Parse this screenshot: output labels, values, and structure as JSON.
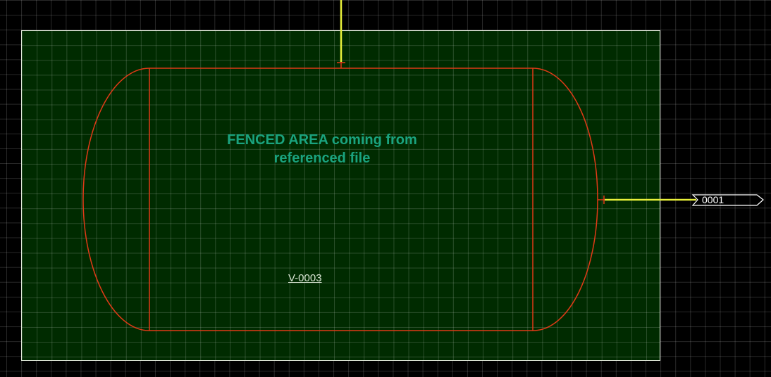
{
  "fenced_area": {
    "note_line1": "FENCED AREA coming from",
    "note_line2": "referenced file"
  },
  "vessel": {
    "tag": "V-0003"
  },
  "offpage_connector": {
    "label": "0001"
  },
  "colors": {
    "background": "#000000",
    "fenced_fill": "#002b00",
    "fenced_border": "#dfe8d8",
    "vessel_outline": "#e03a17",
    "process_line": "#e8f03a",
    "note_text": "#1aa37f",
    "connector_outline": "#ffffff"
  }
}
